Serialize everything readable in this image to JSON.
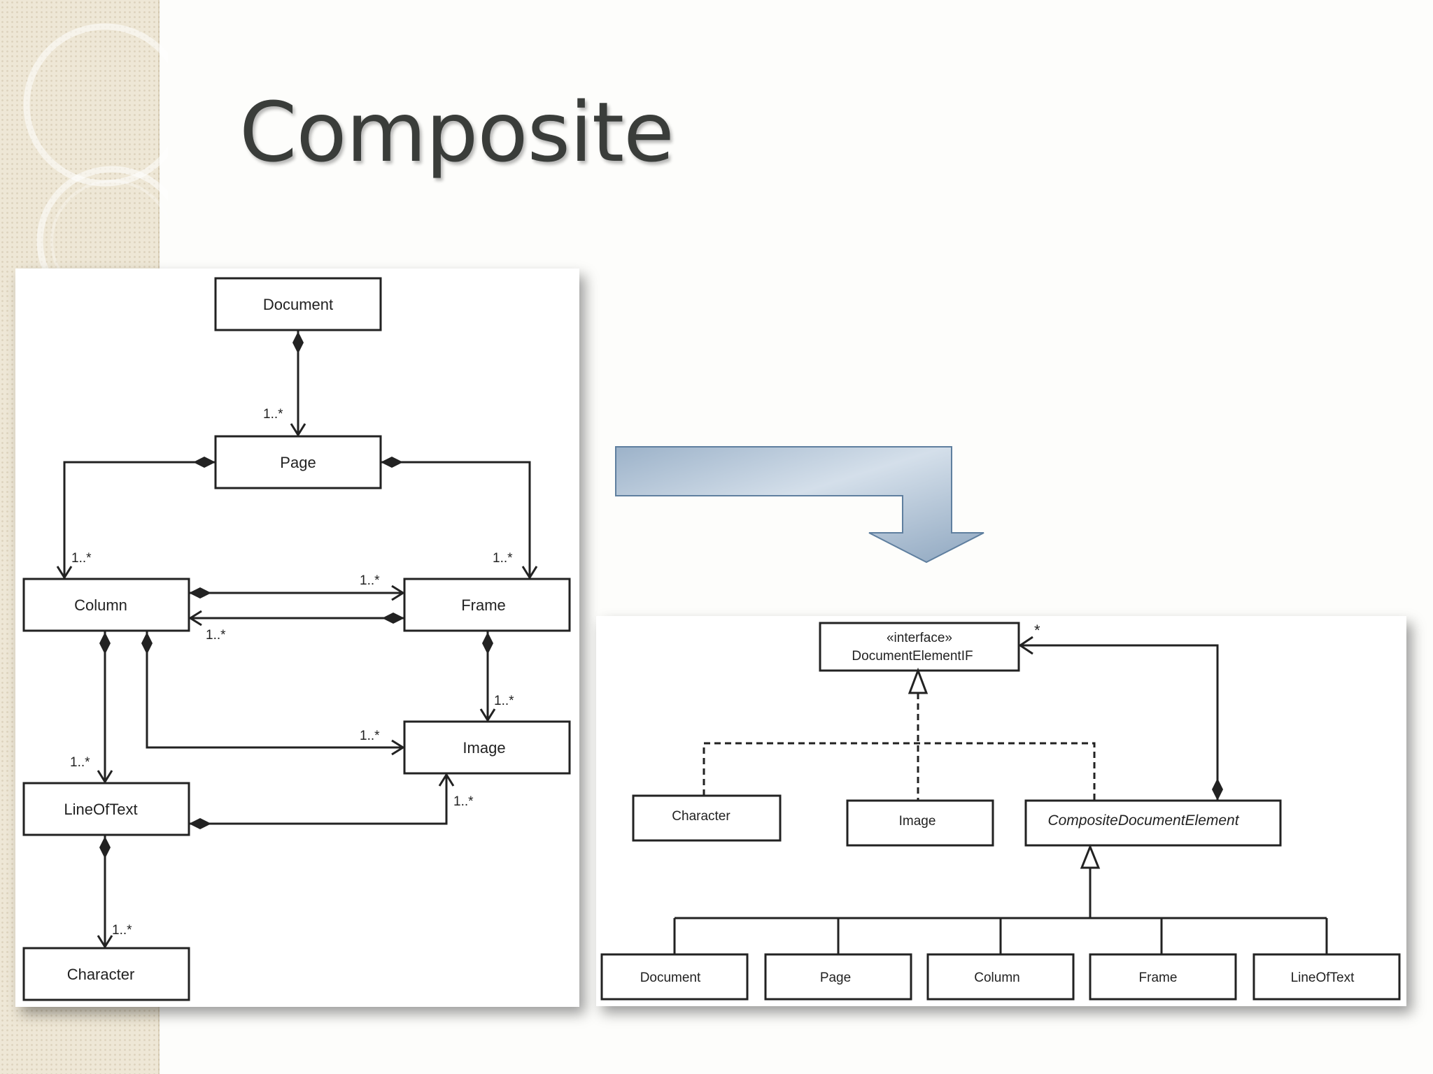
{
  "slide": {
    "title": "Composite"
  },
  "left_diagram": {
    "classes": {
      "document": "Document",
      "page": "Page",
      "column": "Column",
      "frame": "Frame",
      "image": "Image",
      "line_of_text": "LineOfText",
      "character": "Character"
    },
    "multiplicity": "1..*"
  },
  "right_diagram": {
    "interface_stereotype": "«interface»",
    "interface_name": "DocumentElementIF",
    "leaf_classes": {
      "character": "Character",
      "image": "Image"
    },
    "composite_class": "CompositeDocumentElement",
    "composite_children": [
      "Document",
      "Page",
      "Column",
      "Frame",
      "LineOfText"
    ],
    "aggregation_multiplicity": "*"
  },
  "colors": {
    "arrow_fill_light": "#d4dfea",
    "arrow_fill_dark": "#9cb2c9",
    "arrow_stroke": "#5f7f9f",
    "side_strip": "#eee7d6",
    "title": "#3a3d3a"
  }
}
